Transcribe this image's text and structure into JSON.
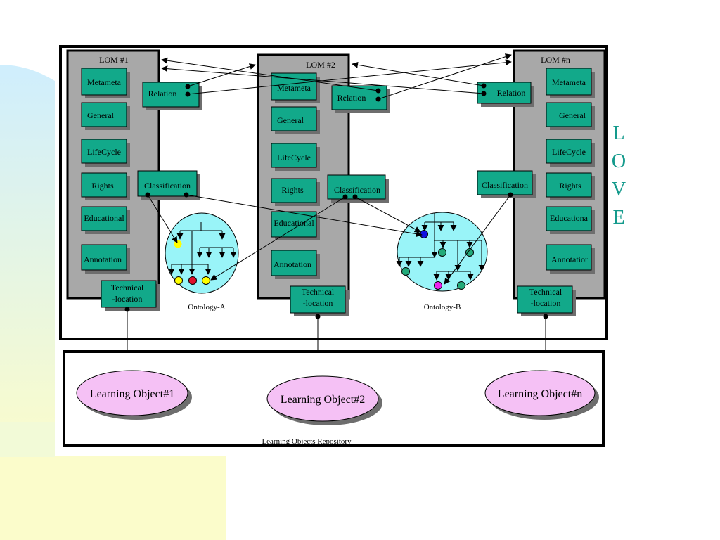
{
  "colors": {
    "module": "#12a98a",
    "panel": "#a8a8a8",
    "ontology": "#99f4f8",
    "learning_object": "#f5c1f5",
    "love_text": "#149a8c",
    "bg_blue": "#cfeefd",
    "bg_yellow": "#fbfccb"
  },
  "lom1": {
    "title": "LOM #1",
    "modules": [
      "Metameta",
      "General",
      "LifeCycle",
      "Rights",
      "Educational",
      "Annotation"
    ],
    "relation": "Relation",
    "classification": "Classification",
    "technical": [
      "Technical",
      "-location"
    ]
  },
  "lom2": {
    "title": "LOM #2",
    "modules": [
      "Metameta",
      "General",
      "LifeCycle",
      "Rights",
      "Educational",
      "Annotation"
    ],
    "relation": "Relation",
    "classification": "Classification",
    "technical": [
      "Technical",
      "-location"
    ]
  },
  "lomn": {
    "title": "LOM #n",
    "modules": [
      "Metameta",
      "General",
      "LifeCycle",
      "Rights",
      "Educationa",
      "Annotatior"
    ],
    "relation": "Relation",
    "classification": "Classification",
    "technical": [
      "Technical",
      "-location"
    ]
  },
  "ontology_a": {
    "label": "Ontology-A"
  },
  "ontology_b": {
    "label": "Ontology-B"
  },
  "love": [
    "L",
    "O",
    "V",
    "E"
  ],
  "learning_objects": [
    "Learning Object#1",
    "Learning Object#2",
    "Learning Object#n"
  ],
  "repository": {
    "label": "Learning Objects Repository"
  }
}
